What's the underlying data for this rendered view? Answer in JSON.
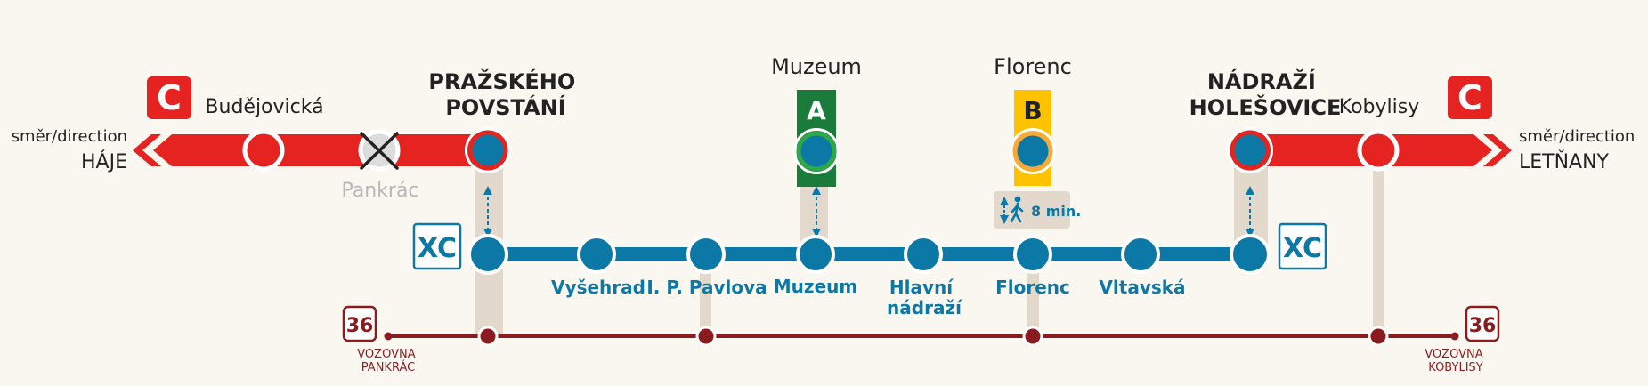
{
  "colors": {
    "background": "#faf7f1",
    "line_c": "#e52421",
    "line_xc": "#0b78a6",
    "line_36": "#8a1c1f",
    "line_a": "#1a7b3a",
    "line_b": "#fdc300",
    "connector": "#e2d9cc",
    "closed": "#b8b8b8",
    "text_dark": "#222222",
    "text_blue": "#0b78a6",
    "text_maroon": "#8a1c1f"
  },
  "line_c": {
    "badge": "C",
    "stations": [
      "Budějovická",
      "Pankrác",
      "PRAŽSKÉHO POVSTÁNÍ",
      "NÁDRAŽÍ HOLEŠOVICE",
      "Kobylisy"
    ],
    "closed_station": "Pankrác"
  },
  "left_direction": {
    "label_a": "směr",
    "label_b": "/direction",
    "terminus": "HÁJE"
  },
  "right_direction": {
    "label_a": "směr",
    "label_b": "/direction",
    "terminus": "LETŇANY"
  },
  "line_xc": {
    "badge": "XC",
    "stations": [
      "Vyšehrad",
      "I. P. Pavlova",
      "Muzeum",
      "Hlavní nádraží",
      "Florenc",
      "Vltavská"
    ]
  },
  "line_a": {
    "badge": "A",
    "station": "Muzeum"
  },
  "line_b": {
    "badge": "B",
    "station": "Florenc"
  },
  "transfer_walk": "8 min.",
  "tram": {
    "number": "36",
    "left_terminus": "VOZOVNA PANKRÁC",
    "right_terminus": "VOZOVNA KOBYLISY"
  }
}
